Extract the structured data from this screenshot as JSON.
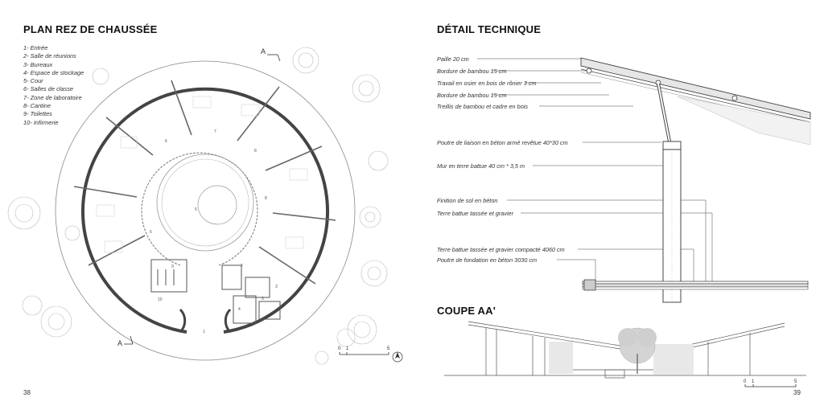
{
  "left_page": {
    "title": "PLAN REZ DE CHAUSSÉE",
    "legend": [
      "1- Entrée",
      "2- Salle de réunions",
      "3- Bureaux",
      "4- Espace de stockage",
      "5- Cour",
      "6- Salles de classe",
      "7- Zone de laboratoire",
      "8- Cantine",
      "9- Toilettes",
      "10- Infirmerie"
    ],
    "section_mark": "A",
    "room_numbers": [
      "1",
      "2",
      "3",
      "3",
      "4",
      "5",
      "6",
      "6",
      "7",
      "8",
      "8",
      "9",
      "10"
    ],
    "scale_labels": [
      "0",
      "1",
      "5"
    ],
    "page_number": "38"
  },
  "right_page": {
    "title_detail": "DÉTAIL TECHNIQUE",
    "detail_labels": [
      "Paille 20 cm",
      "Bordure de bambou 15 cm",
      "Travail en osier en bois de rônier 3 cm",
      "Bordure de bambou 15 cm",
      "Treillis de bambou et cadre en bois",
      "Poutre de liaison en béton armé revêtue 40*30 cm",
      "Mur en terre battue 40 cm * 3,5 m",
      "Finition de sol en béton",
      "Terre battue tassée et gravier",
      "Terre battue tassée et gravier compacté 4060 cm",
      "Poutre de fondation en béton 3030 cm"
    ],
    "title_section": "COUPE AA'",
    "scale_labels": [
      "0",
      "1",
      "5"
    ],
    "page_number": "39"
  }
}
